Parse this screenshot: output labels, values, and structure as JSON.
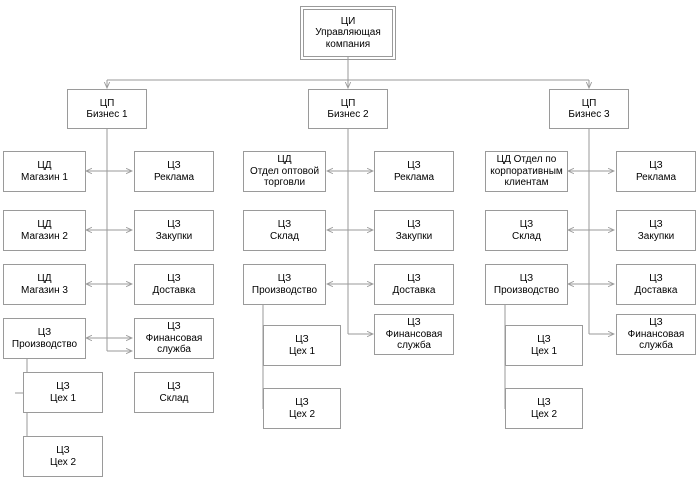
{
  "diagram": {
    "title_text": "",
    "colors": {
      "box_border": "#9a9a9a",
      "connector": "#9a9a9a",
      "text": "#000000",
      "background": "#ffffff"
    },
    "root": {
      "id": "root",
      "label": "ЦИ\nУправляющая\nкомпания"
    },
    "divisions": [
      {
        "id": "bu1",
        "label": "ЦП\nБизнес 1"
      },
      {
        "id": "bu2",
        "label": "ЦП\nБизнес 2"
      },
      {
        "id": "bu3",
        "label": "ЦП\nБизнес 3"
      }
    ],
    "columns": [
      {
        "id": "col1",
        "division": "ЦП\nБизнес 1",
        "left_nodes": [
          {
            "id": "c1l1",
            "label": "ЦД\nМагазин 1"
          },
          {
            "id": "c1l2",
            "label": "ЦД\nМагазин 2"
          },
          {
            "id": "c1l3",
            "label": "ЦД\nМагазин 3"
          },
          {
            "id": "c1l4",
            "label": "ЦЗ\nПроизводство"
          }
        ],
        "right_nodes": [
          {
            "id": "c1r1",
            "label": "ЦЗ\nРеклама"
          },
          {
            "id": "c1r2",
            "label": "ЦЗ\nЗакупки"
          },
          {
            "id": "c1r3",
            "label": "ЦЗ\nДоставка"
          },
          {
            "id": "c1r4",
            "label": "ЦЗ\nФинансовая\nслужба"
          },
          {
            "id": "c1r5",
            "label": "ЦЗ\nСклад"
          }
        ],
        "sub_nodes": [
          {
            "id": "c1s1",
            "label": "ЦЗ\nЦех 1"
          },
          {
            "id": "c1s2",
            "label": "ЦЗ\nЦех 2"
          }
        ],
        "sub_parent": "ЦЗ\nПроизводство"
      },
      {
        "id": "col2",
        "division": "ЦП\nБизнес 2",
        "left_nodes": [
          {
            "id": "c2l1",
            "label": "ЦД\nОтдел оптовой\nторговли"
          },
          {
            "id": "c2l2",
            "label": "ЦЗ\nСклад"
          },
          {
            "id": "c2l3",
            "label": "ЦЗ\nПроизводство"
          }
        ],
        "right_nodes": [
          {
            "id": "c2r1",
            "label": "ЦЗ\nРеклама"
          },
          {
            "id": "c2r2",
            "label": "ЦЗ\nЗакупки"
          },
          {
            "id": "c2r3",
            "label": "ЦЗ\nДоставка"
          },
          {
            "id": "c2r4",
            "label": "ЦЗ\nФинансовая\nслужба"
          }
        ],
        "sub_nodes": [
          {
            "id": "c2s1",
            "label": "ЦЗ\nЦех 1"
          },
          {
            "id": "c2s2",
            "label": "ЦЗ\nЦех 2"
          }
        ],
        "sub_parent": "ЦЗ\nПроизводство"
      },
      {
        "id": "col3",
        "division": "ЦП\nБизнес 3",
        "left_nodes": [
          {
            "id": "c3l1",
            "label": "ЦД Отдел по\nкорпоративным\nклиентам"
          },
          {
            "id": "c3l2",
            "label": "ЦЗ\nСклад"
          },
          {
            "id": "c3l3",
            "label": "ЦЗ\nПроизводство"
          }
        ],
        "right_nodes": [
          {
            "id": "c3r1",
            "label": "ЦЗ\nРеклама"
          },
          {
            "id": "c3r2",
            "label": "ЦЗ\nЗакупки"
          },
          {
            "id": "c3r3",
            "label": "ЦЗ\nДоставка"
          },
          {
            "id": "c3r4",
            "label": "ЦЗ\nФинансовая\nслужба"
          }
        ],
        "sub_nodes": [
          {
            "id": "c3s1",
            "label": "ЦЗ\nЦех 1"
          },
          {
            "id": "c3s2",
            "label": "ЦЗ\nЦех 2"
          }
        ],
        "sub_parent": "ЦЗ\nПроизводство"
      }
    ]
  }
}
